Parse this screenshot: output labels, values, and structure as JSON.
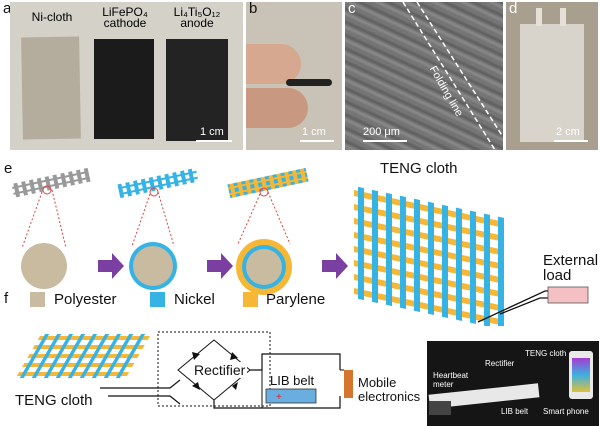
{
  "panel_a": {
    "letter": "a",
    "sample_labels": [
      "Ni-cloth",
      "LiFePO₄ cathode",
      "Li₄Ti₅O₁₂ anode"
    ],
    "scale_bar": "1 cm"
  },
  "panel_b": {
    "letter": "b",
    "scale_bar": "1 cm"
  },
  "panel_c": {
    "letter": "c",
    "scale_bar": "200 μm",
    "annotation": "Folding line"
  },
  "panel_d": {
    "letter": "d",
    "scale_bar": "2 cm"
  },
  "panel_e": {
    "letter": "e",
    "teng_cloth_label": "TENG cloth",
    "external_load_label": "External load"
  },
  "legend": {
    "items": [
      {
        "label": "Polyester",
        "color": "#c8bb9f"
      },
      {
        "label": "Nickel",
        "color": "#35b3e5"
      },
      {
        "label": "Parylene",
        "color": "#f5b735"
      }
    ]
  },
  "panel_f": {
    "letter": "f",
    "teng_cloth_label": "TENG cloth",
    "rectifier_label": "Rectifier",
    "lib_belt_label": "LIB belt",
    "mobile_electronics_label": "Mobile electronics"
  },
  "photo_f": {
    "labels": {
      "heartbeat_meter": "Heartbeat meter",
      "rectifier": "Rectifier",
      "teng_cloth": "TENG cloth",
      "lib_belt": "LIB belt",
      "smart_phone": "Smart phone"
    }
  },
  "colors": {
    "polyester": "#c8bb9f",
    "nickel": "#35b3e5",
    "parylene": "#f5b735",
    "arrow": "#7a3fa0",
    "load": "#f4c0c3",
    "battery": "#6aaee0",
    "mobile": "#d6762e"
  }
}
